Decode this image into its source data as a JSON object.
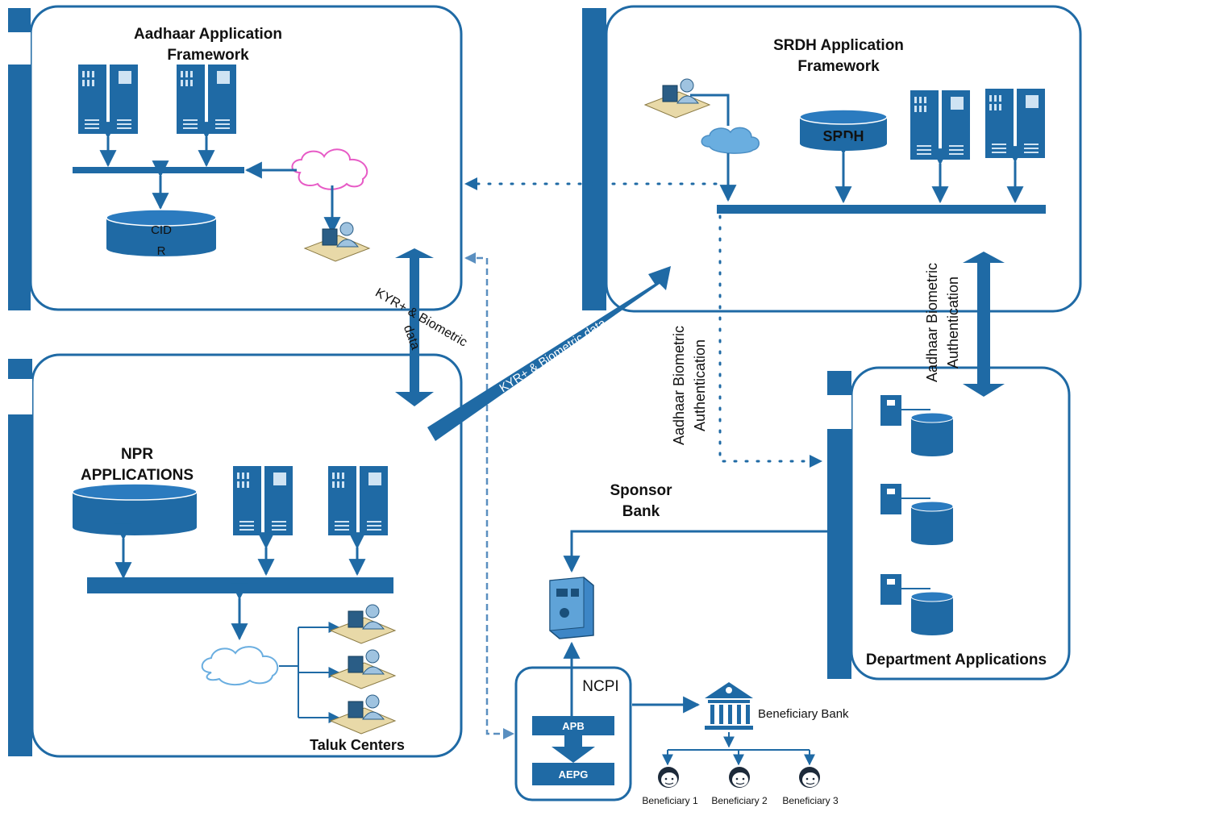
{
  "colors": {
    "primary": "#1f6aa5",
    "dark": "#175a8c",
    "panel_border": "#1f6aa5",
    "cloud_pink": "#e75bc6",
    "cloud_blue": "#6aaee0",
    "desk": "#e8d9a8"
  },
  "aadhaar": {
    "title_line1": "Aadhaar Application",
    "title_line2": "Framework",
    "db_label_line1": "CID",
    "db_label_line2": "R"
  },
  "srdh": {
    "title_line1": "SRDH Application",
    "title_line2": "Framework",
    "db_label": "SRDH"
  },
  "npr": {
    "title_line1": "NPR",
    "title_line2": "APPLICATIONS",
    "taluk_label": "Taluk Centers"
  },
  "arrows": {
    "kyr_vertical_line1": "KYR+ & Biometric",
    "kyr_vertical_line2": "data",
    "kyr_diagonal": "KYR+ & Biometric data",
    "auth_dotted_line1": "Aadhaar Biometric",
    "auth_dotted_line2": "Authentication",
    "auth_right_line1": "Aadhaar Biometric",
    "auth_right_line2": "Authentication"
  },
  "department": {
    "label": "Department Applications"
  },
  "sponsor": {
    "line1": "Sponsor",
    "line2": "Bank"
  },
  "ncpi": {
    "label": "NCPI",
    "apb": "APB",
    "aepg": "AEPG"
  },
  "beneficiary": {
    "bank_label": "Beneficiary Bank",
    "items": [
      "Beneficiary 1",
      "Beneficiary 2",
      "Beneficiary 3"
    ]
  }
}
